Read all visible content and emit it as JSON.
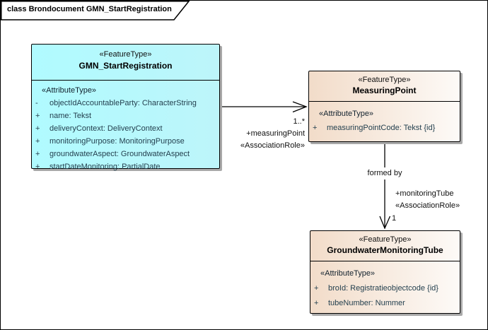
{
  "frame": {
    "title": "class Brondocument GMN_StartRegistration"
  },
  "colors": {
    "class_cyan": "#b4f8fd",
    "class_peach": "#f2dcc9",
    "border": "#000000",
    "shadow": "#a9a9a9",
    "attribute_text": "#24404f"
  },
  "classes": [
    {
      "id": "GMN_StartRegistration",
      "stereotype": "«FeatureType»",
      "name": "GMN_StartRegistration",
      "attr_stereotype": "«AttributeType»",
      "attributes": [
        {
          "visibility": "-",
          "text": "objectIdAccountableParty: CharacterString"
        },
        {
          "visibility": "+",
          "text": "name: Tekst"
        },
        {
          "visibility": "+",
          "text": "deliveryContext: DeliveryContext"
        },
        {
          "visibility": "+",
          "text": "monitoringPurpose: MonitoringPurpose"
        },
        {
          "visibility": "+",
          "text": "groundwaterAspect: GroundwaterAspect"
        },
        {
          "visibility": "+",
          "text": "startDateMonitoring: PartialDate"
        }
      ]
    },
    {
      "id": "MeasuringPoint",
      "stereotype": "«FeatureType»",
      "name": "MeasuringPoint",
      "attr_stereotype": "«AttributeType»",
      "attributes": [
        {
          "visibility": "+",
          "text": "measuringPointCode: Tekst {id}"
        }
      ]
    },
    {
      "id": "GroundwaterMonitoringTube",
      "stereotype": "«FeatureType»",
      "name": "GroundwaterMonitoringTube",
      "attr_stereotype": "«AttributeType»",
      "attributes": [
        {
          "visibility": "+",
          "text": "broId: Registratieobjectcode {id}"
        },
        {
          "visibility": "+",
          "text": "tubeNumber: Nummer"
        }
      ]
    }
  ],
  "associations": [
    {
      "from": "GMN_StartRegistration",
      "to": "MeasuringPoint",
      "multiplicity": "1..*",
      "role": "+measuringPoint",
      "stereotype": "«AssociationRole»"
    },
    {
      "from": "MeasuringPoint",
      "to": "GroundwaterMonitoringTube",
      "name": "formed by",
      "role": "+monitoringTube",
      "stereotype": "«AssociationRole»",
      "multiplicity": "1"
    }
  ]
}
